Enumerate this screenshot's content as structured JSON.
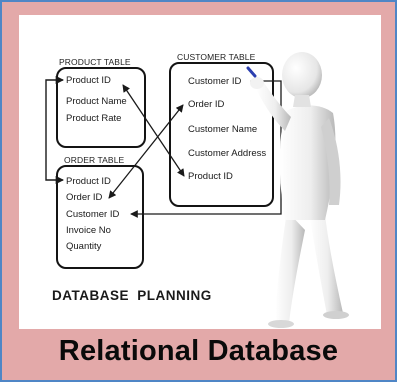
{
  "product_table": {
    "title": "PRODUCT TABLE",
    "fields": [
      "Product ID",
      "Product Name",
      "Product Rate"
    ]
  },
  "order_table": {
    "title": "ORDER TABLE",
    "fields": [
      "Product ID",
      "Order ID",
      "Customer ID",
      "Invoice No",
      "Quantity"
    ]
  },
  "customer_table": {
    "title": "CUSTOMER TABLE",
    "fields": [
      "Customer ID",
      "Order ID",
      "Customer Name",
      "Customer Address",
      "Product ID"
    ]
  },
  "footer_text": "DATABASE PLANNING",
  "caption": "Relational Database",
  "colors": {
    "frame_background": "#e3a9a9",
    "frame_border": "#4f86c6",
    "pen_tip": "#2b3fb0"
  },
  "figure": "3d-white-person-with-pen"
}
